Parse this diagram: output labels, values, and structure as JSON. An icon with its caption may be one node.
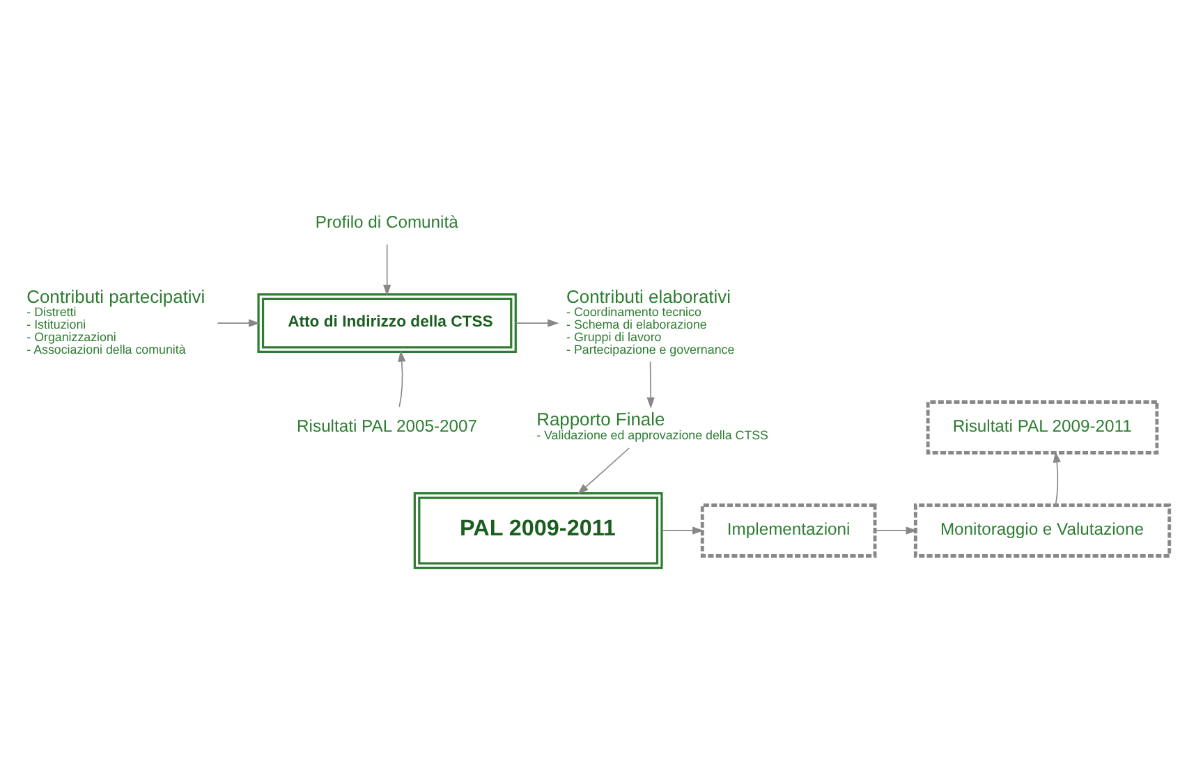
{
  "diagram": {
    "nodes": [
      {
        "text": [
          "Profilo di Comunità"
        ]
      },
      {
        "text": [
          "Contributi partecipativi",
          "- Distretti",
          "- Istituzioni",
          "- Organizzazioni",
          "- Associazioni della comunità"
        ]
      },
      {
        "text": [
          "Atto di Indirizzo della CTSS"
        ]
      },
      {
        "text": [
          "Contributi elaborativi",
          "- Coordinamento tecnico",
          "- Schema di elaborazione",
          "- Gruppi di lavoro",
          "- Partecipazione e governance"
        ]
      },
      {
        "text": [
          "Risultati PAL 2005-2007"
        ]
      },
      {
        "text": [
          "Rapporto Finale",
          "- Validazione ed approvazione della CTSS"
        ]
      },
      {
        "text": [
          "Risultati PAL 2009-2011"
        ]
      },
      {
        "text": [
          "PAL 2009-2011"
        ]
      },
      {
        "text": [
          "Implementazioni"
        ]
      },
      {
        "text": [
          "Monitoraggio e Valutazione"
        ]
      }
    ],
    "edges": [
      {
        "from": 0,
        "to": 2,
        "arrow": "to"
      },
      {
        "from": 1,
        "to": 2,
        "arrow": "to"
      },
      {
        "from": 4,
        "to": 2,
        "arrow": "to"
      },
      {
        "from": 2,
        "to": 3,
        "arrow": "to"
      },
      {
        "from": 3,
        "to": 5,
        "arrow": "to"
      },
      {
        "from": 5,
        "to": 7,
        "arrow": "to"
      },
      {
        "from": 7,
        "to": 8,
        "arrow": "to"
      },
      {
        "from": 8,
        "to": 9,
        "arrow": "to"
      },
      {
        "from": 9,
        "to": 6,
        "arrow": "to"
      }
    ]
  }
}
